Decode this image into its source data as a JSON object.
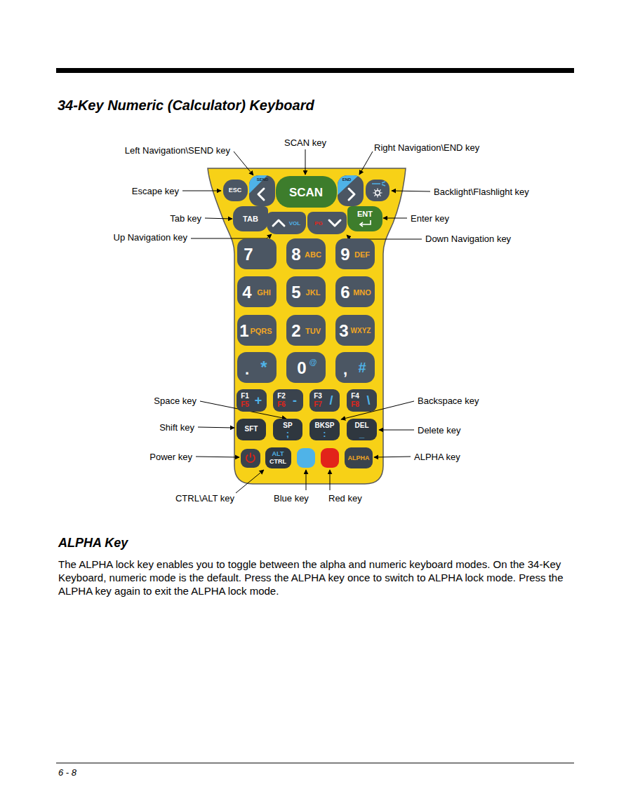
{
  "diagram": {
    "title": "34-Key Numeric (Calculator) Keyboard",
    "nodes": [
      {
        "text": [
          "ESC"
        ]
      },
      {
        "text": [
          "SEND"
        ]
      },
      {
        "text": [
          "SCAN"
        ]
      },
      {
        "text": [
          "END"
        ]
      },
      {
        "text": [
          "TAB"
        ]
      },
      {
        "text": [
          "VOL"
        ]
      },
      {
        "text": [
          "PG"
        ]
      },
      {
        "text": [
          "ENT"
        ]
      },
      {
        "text": [
          "7"
        ]
      },
      {
        "text": [
          "8",
          "ABC"
        ]
      },
      {
        "text": [
          "9",
          "DEF"
        ]
      },
      {
        "text": [
          "4",
          "GHI"
        ]
      },
      {
        "text": [
          "5",
          "JKL"
        ]
      },
      {
        "text": [
          "6",
          "MNO"
        ]
      },
      {
        "text": [
          "1",
          "PQRS"
        ]
      },
      {
        "text": [
          "2",
          "TUV"
        ]
      },
      {
        "text": [
          "3",
          "WXYZ"
        ]
      },
      {
        "text": [
          ".",
          "*"
        ]
      },
      {
        "text": [
          "0",
          "@"
        ]
      },
      {
        "text": [
          ",",
          "#"
        ]
      },
      {
        "text": [
          "F1",
          "F5",
          "+"
        ]
      },
      {
        "text": [
          "F2",
          "F6",
          "-"
        ]
      },
      {
        "text": [
          "F3",
          "F7",
          "/"
        ]
      },
      {
        "text": [
          "F4",
          "F8",
          "\\"
        ]
      },
      {
        "text": [
          "SFT"
        ]
      },
      {
        "text": [
          "SP",
          ";"
        ]
      },
      {
        "text": [
          "BKSP",
          ":"
        ]
      },
      {
        "text": [
          "DEL",
          "_"
        ]
      },
      {
        "text": [
          "ALT",
          "CTRL"
        ]
      },
      {
        "text": [
          "ALPHA"
        ]
      }
    ],
    "labels": [
      "Left Navigation\\SEND key",
      "SCAN key",
      "Right Navigation\\END key",
      "Escape key",
      "Backlight\\Flashlight key",
      "Tab key",
      "Enter key",
      "Up Navigation key",
      "Down Navigation key",
      "Space key",
      "Backspace key",
      "Shift key",
      "Delete key",
      "Power key",
      "ALPHA key",
      "CTRL\\ALT key",
      "Blue key",
      "Red key",
      "ALPHA Key",
      "The ALPHA lock key enables you to toggle between the alpha and numeric keyboard modes. On the 34-Key Keyboard, numeric mode is the default. Press the ALPHA key once to switch to ALPHA lock mode. Press the ALPHA key again to exit the ALPHA lock mode.",
      "6 - 8"
    ]
  }
}
